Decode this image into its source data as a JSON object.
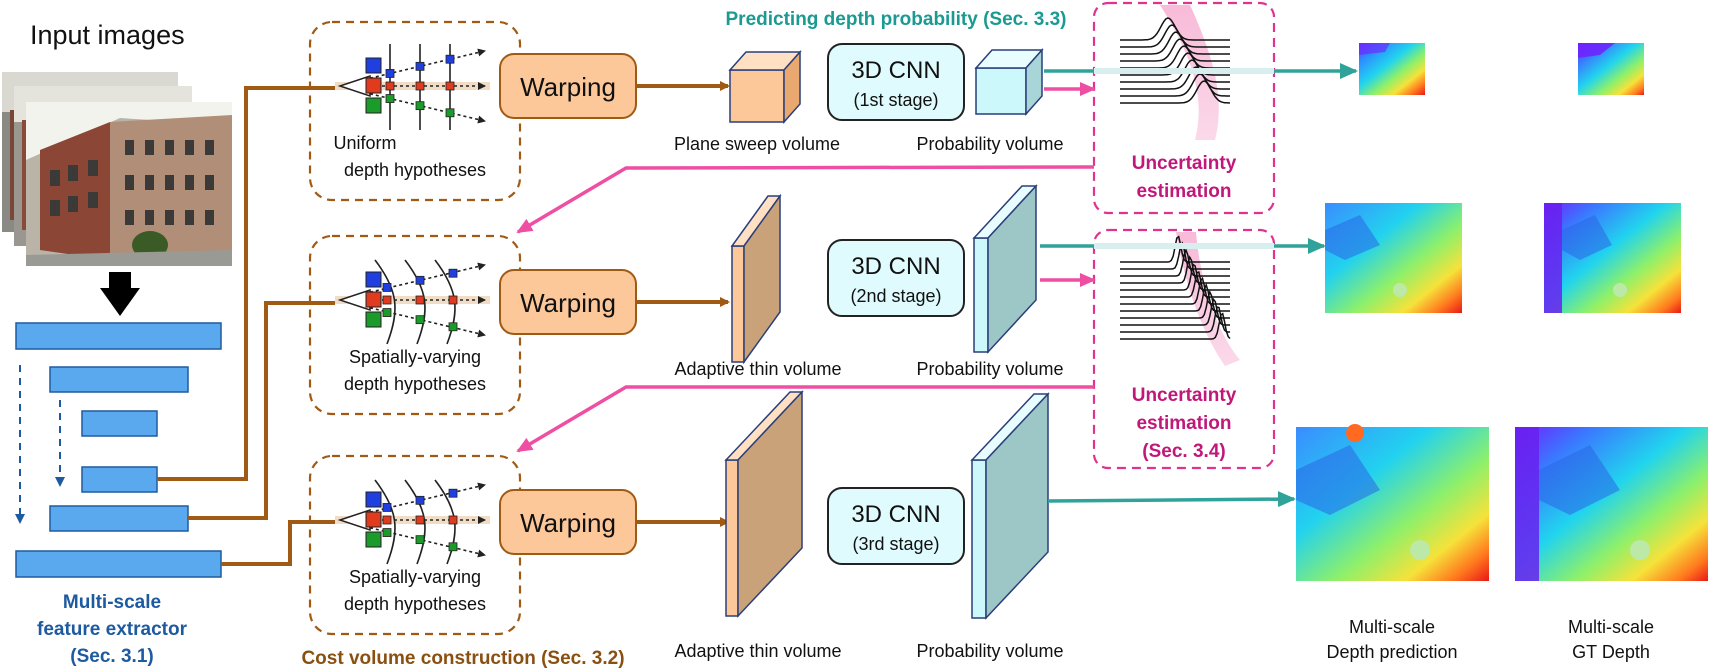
{
  "input_images_title": "Input images",
  "extractor_label": [
    "Multi-scale",
    "feature extractor",
    "(Sec. 3.1)"
  ],
  "cost_volume_label": "Cost volume construction (Sec. 3.2)",
  "predicting_title": "Predicting depth probability (Sec. 3.3)",
  "stages": [
    {
      "hypotheses": [
        "Uniform",
        "depth hypotheses"
      ],
      "warping": "Warping",
      "volume_label": "Plane sweep volume",
      "cnn": "3D CNN",
      "cnn_stage": "(1st stage)",
      "prob_label": "Probability volume"
    },
    {
      "hypotheses": [
        "Spatially-varying",
        "depth hypotheses"
      ],
      "warping": "Warping",
      "volume_label": "Adaptive thin volume",
      "cnn": "3D CNN",
      "cnn_stage": "(2nd stage)",
      "prob_label": "Probability volume"
    },
    {
      "hypotheses": [
        "Spatially-varying",
        "depth hypotheses"
      ],
      "warping": "Warping",
      "volume_label": "Adaptive thin volume",
      "cnn": "3D CNN",
      "cnn_stage": "(3rd  stage)",
      "prob_label": "Probability volume"
    }
  ],
  "uncertainty": [
    [
      "Uncertainty",
      "estimation"
    ],
    [
      "Uncertainty",
      "estimation",
      "(Sec. 3.4)"
    ]
  ],
  "depth_pred_label": [
    "Multi-scale",
    "Depth prediction"
  ],
  "gt_depth_label": [
    "Multi-scale",
    "GT Depth"
  ],
  "colors": {
    "brown": "#a05a14",
    "orange_fill": "#fcc89a",
    "cnn_fill": "#dffbfd",
    "teal": "#2fa39a",
    "magenta": "#ee4fa3",
    "feature_blue": "#5aa9ee",
    "dark_blue": "#1e5aa0"
  }
}
